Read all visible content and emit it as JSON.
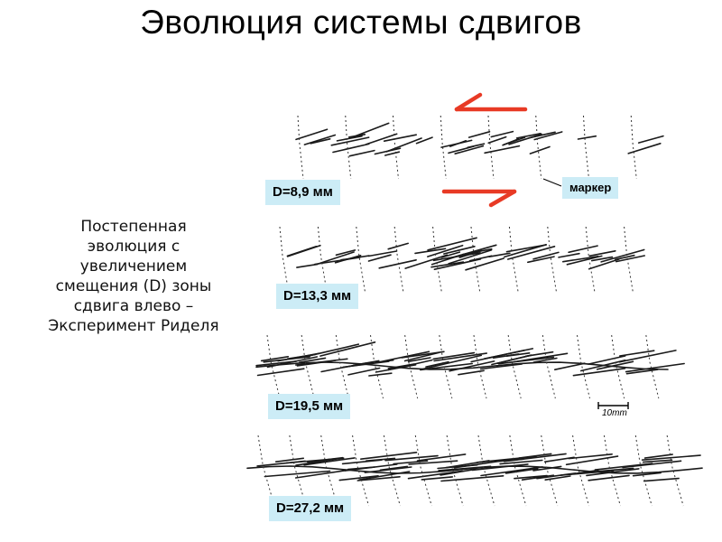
{
  "title": "Эволюция системы сдвигов",
  "description": [
    "Постепенная",
    "эволюция с",
    "увеличением",
    "смещения (D) зоны",
    "сдвига влево –",
    "Эксперимент Риделя"
  ],
  "stages": [
    {
      "label": "D=8,9 мм"
    },
    {
      "label": "D=13,3 мм"
    },
    {
      "label": "D=19,5 мм"
    },
    {
      "label": "D=27,2 мм"
    }
  ],
  "marker_label": "маркер",
  "scale_label": "10mm",
  "colors": {
    "arrow": "#e83a25",
    "label_bg": "#ccecf6",
    "ink": "#1a1a1a"
  }
}
